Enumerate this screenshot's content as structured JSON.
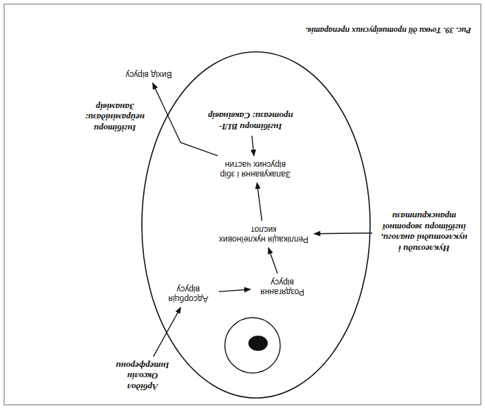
{
  "diagram": {
    "caption": "Рис. 39. Точки дії противірусних препаратів.",
    "nodes": [
      {
        "text": [
          "Адсорбція вірусу"
        ]
      },
      {
        "text": [
          "Арбідол Оксолін Інтерферони"
        ]
      },
      {
        "text": [
          "Роздягання вірусу"
        ]
      },
      {
        "text": [
          "Реплікація нуклеїнових кислот"
        ]
      },
      {
        "text": [
          "Нуклеозиди і нуклеотидні аналоги, інгібітори зворотної транскриптази"
        ]
      },
      {
        "text": [
          "Запакування і збір вірусних частин"
        ]
      },
      {
        "text": [
          "Інгібітори ВІЛ-протеази: Саквінавір"
        ]
      },
      {
        "text": [
          "Вихід вірусу"
        ]
      },
      {
        "text": [
          "Інгібітори нейрамінідази: Занамівір"
        ]
      }
    ],
    "edges": [
      {
        "from": 1,
        "to": 0,
        "arrow": "to"
      },
      {
        "from": 0,
        "to": 2,
        "arrow": "to"
      },
      {
        "from": 2,
        "to": 3,
        "arrow": "to"
      },
      {
        "from": 4,
        "to": 3,
        "arrow": "to"
      },
      {
        "from": 3,
        "to": 5,
        "arrow": "to"
      },
      {
        "from": 6,
        "to": 5,
        "arrow": "to"
      },
      {
        "from": 5,
        "to": 7,
        "arrow": "to"
      }
    ]
  }
}
